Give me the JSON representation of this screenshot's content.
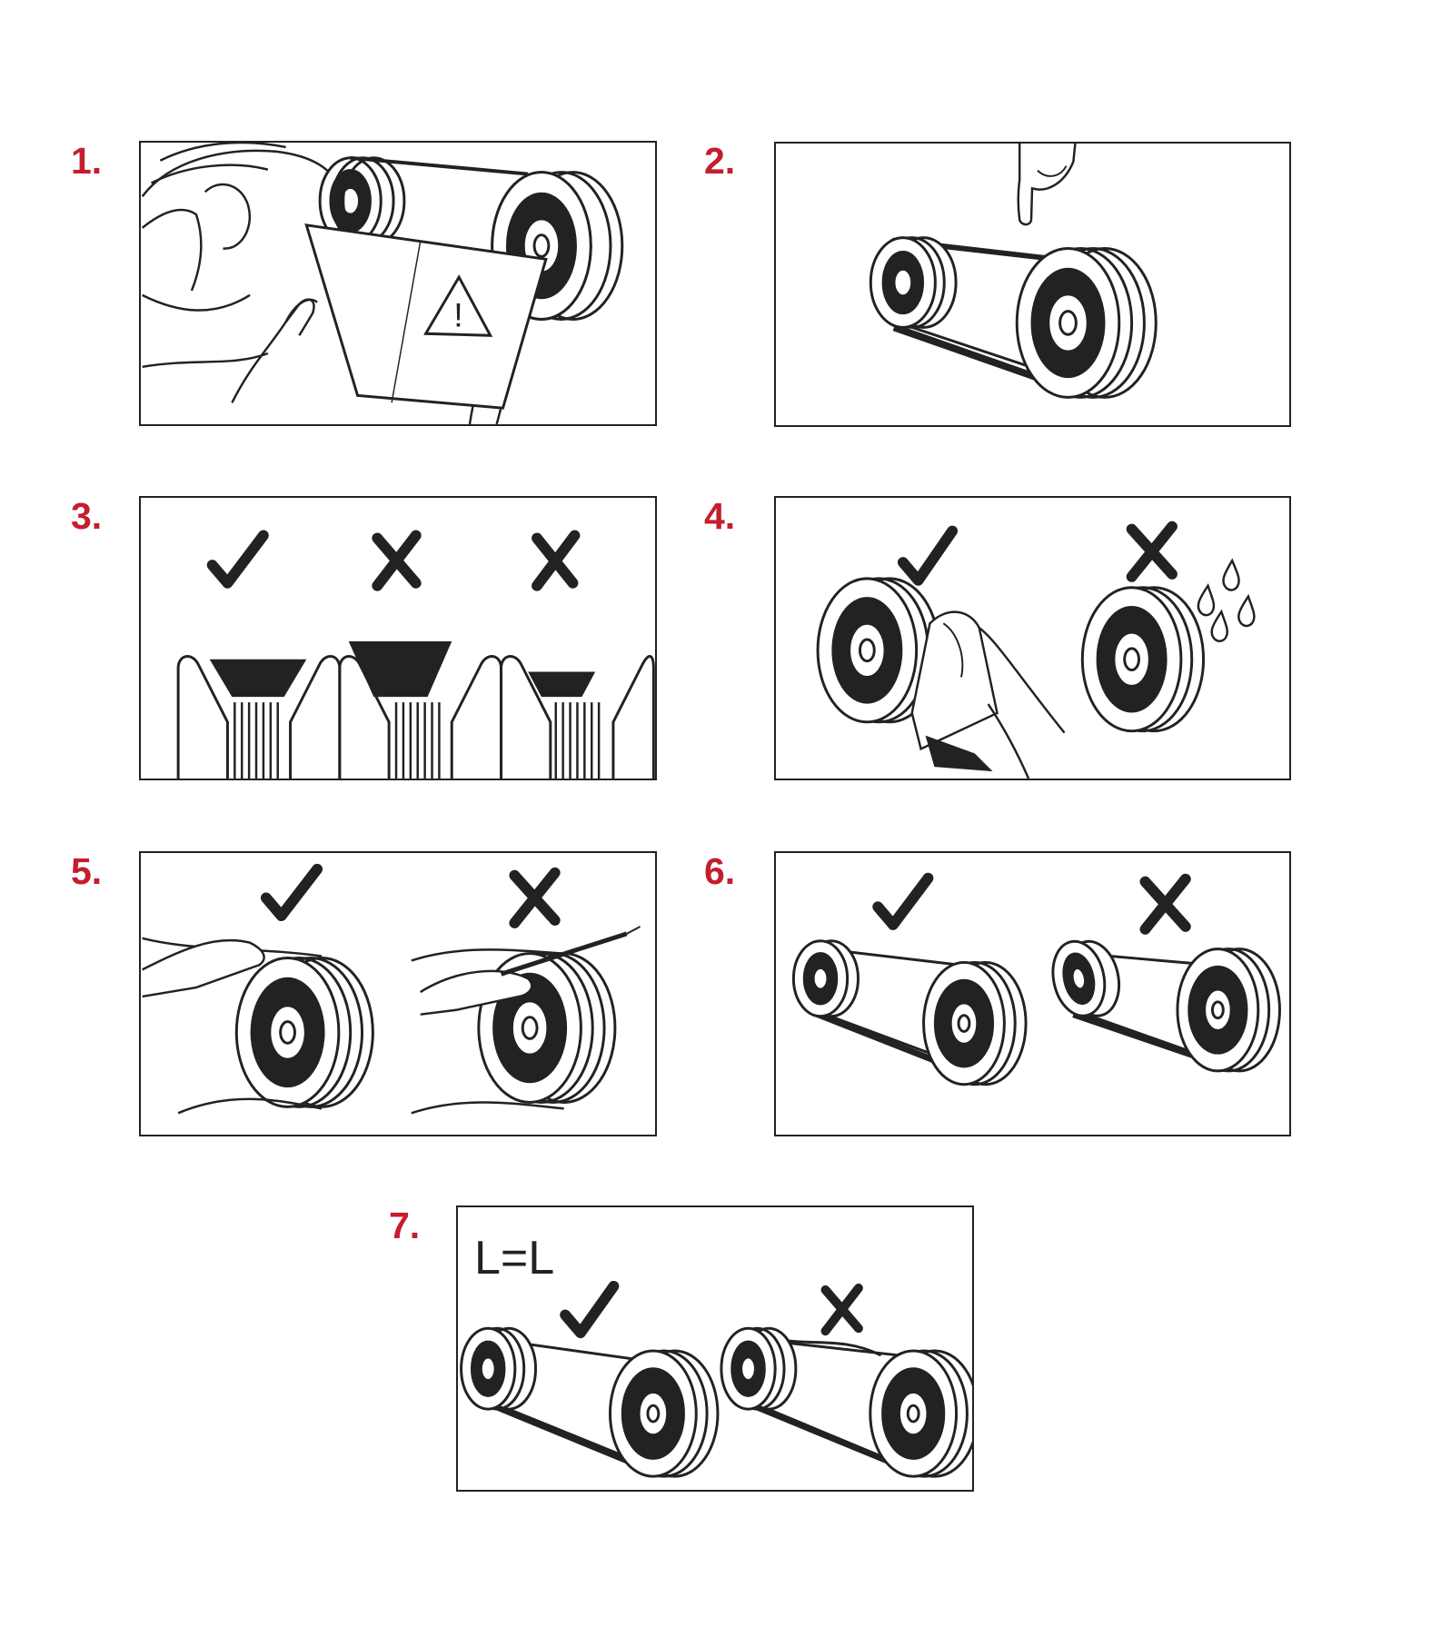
{
  "steps": [
    {
      "number": "1.",
      "icon": "manual-warning-icon"
    },
    {
      "number": "2.",
      "icon": "belt-press-icon"
    },
    {
      "number": "3.",
      "icon": "belt-profile-fit-icon"
    },
    {
      "number": "4.",
      "icon": "pulley-cleaning-icon"
    },
    {
      "number": "5.",
      "icon": "belt-mounting-icon"
    },
    {
      "number": "6.",
      "icon": "pulley-alignment-icon"
    },
    {
      "number": "7.",
      "icon": "matched-length-icon",
      "text": "L=L"
    }
  ],
  "colors": {
    "step_number": "#c41e2e",
    "line": "#222222"
  }
}
